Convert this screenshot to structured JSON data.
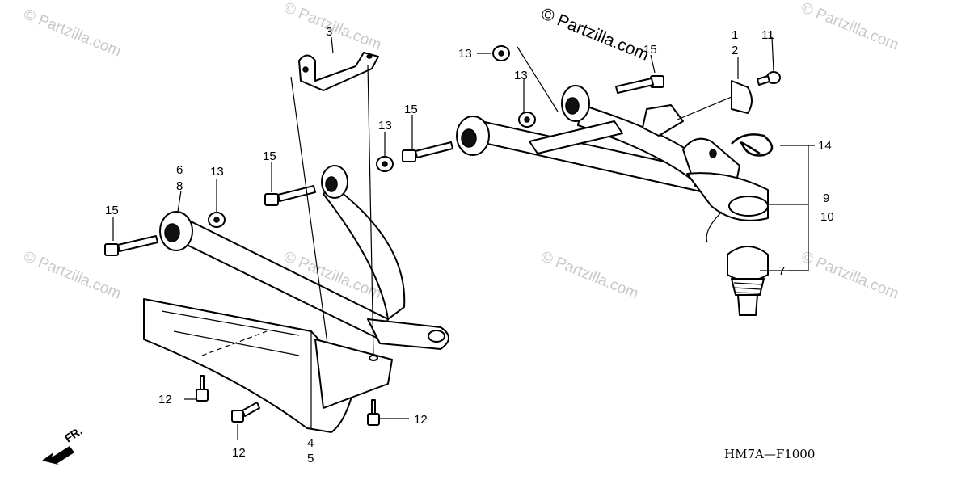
{
  "copyright": "© Partzilla.com",
  "watermark_text": "© Partzilla.com",
  "direction_label": "FR.",
  "diagram_code": "HM7A—F1000",
  "callouts": [
    "1",
    "2",
    "3",
    "4",
    "5",
    "6",
    "7",
    "8",
    "9",
    "10",
    "11",
    "12",
    "13",
    "14",
    "15"
  ]
}
